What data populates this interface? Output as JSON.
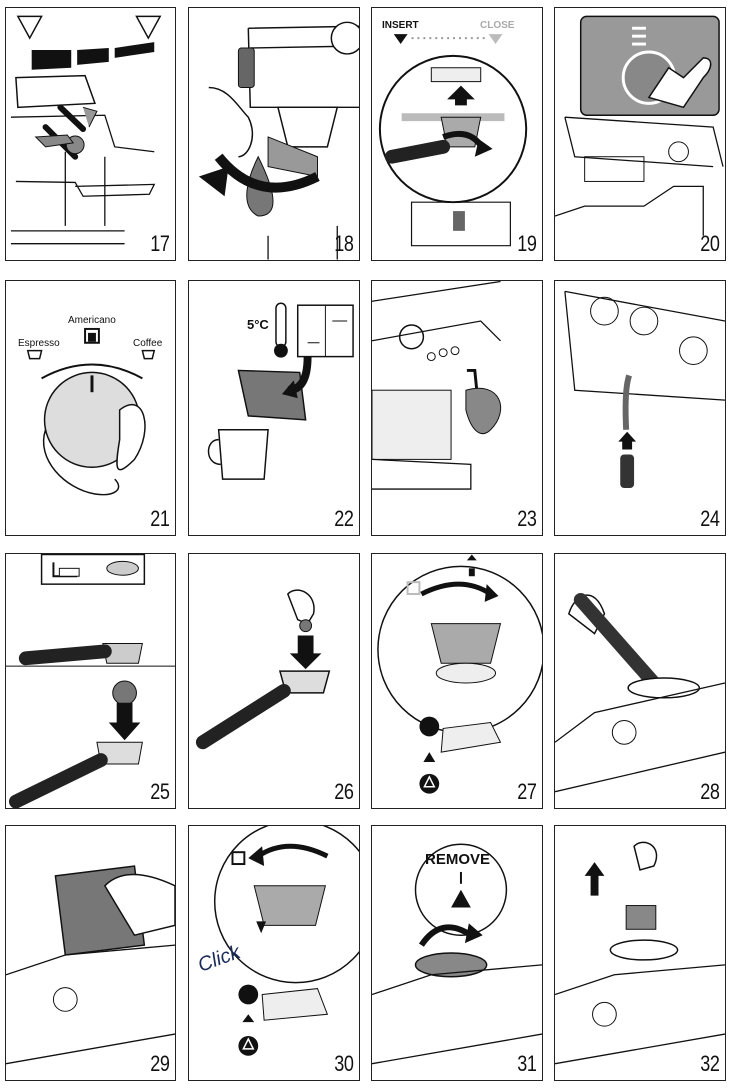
{
  "panels": [
    {
      "number": "17"
    },
    {
      "number": "18"
    },
    {
      "number": "19",
      "labels": {
        "insert": "INSERT",
        "close": "CLOSE"
      }
    },
    {
      "number": "20"
    },
    {
      "number": "21",
      "labels": {
        "espresso": "Espresso",
        "americano": "Americano",
        "coffee": "Coffee"
      }
    },
    {
      "number": "22",
      "labels": {
        "temperature": "5°C"
      }
    },
    {
      "number": "23"
    },
    {
      "number": "24"
    },
    {
      "number": "25"
    },
    {
      "number": "26"
    },
    {
      "number": "27"
    },
    {
      "number": "28"
    },
    {
      "number": "29"
    },
    {
      "number": "30",
      "labels": {
        "click": "Click"
      }
    },
    {
      "number": "31",
      "labels": {
        "remove": "REMOVE"
      }
    },
    {
      "number": "32"
    }
  ]
}
